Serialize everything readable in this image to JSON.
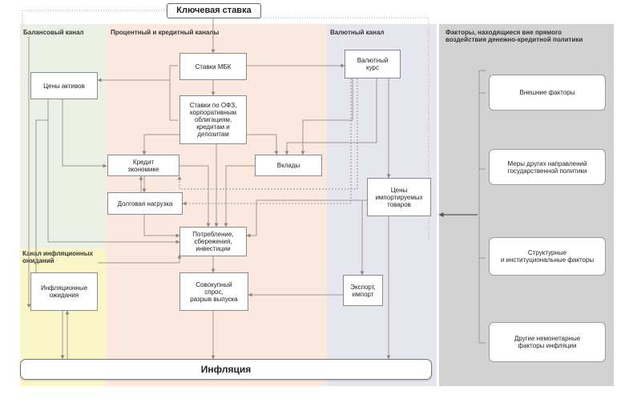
{
  "top": {
    "key_rate": "Ключевая ставка",
    "inflation": "Инфляция"
  },
  "zones": {
    "balance": "Балансовый канал",
    "rate_credit": "Процентный и кредитный каналы",
    "fx": "Валютный канал",
    "inflation_expectations": "Канал инфляционных\nожиданий",
    "external": "Факторы, находящиеся вне прямого\nвоздействия денежно-кредитной политики"
  },
  "nodes": {
    "asset_prices": "Цены активов",
    "interbank_rates": "Ставки МБК",
    "fx_rate": "Валютный\nкурс",
    "ofz_rates": "Ставки по ОФЗ,\nкорпоративным\nоблигациям,\nкредитам и\nдепозитам",
    "credit": "Кредит\nэкономике",
    "deposits": "Вклады",
    "debt_burden": "Долговая нагрузка",
    "import_prices": "Цены\nимпортируемых\nтоваров",
    "consumption": "Потребление,\nсбережения,\nинвестиции",
    "infl_expectations": "Инфляционные\nожидания",
    "aggregate_demand": "Совокупный\nспрос,\nразрыв выпуска",
    "export_import": "Экспорт,\nимпорт"
  },
  "external_factors": [
    "Внешние факторы",
    "Меры других направлений\nгосударственной политики",
    "Структурные\nи институциональные факторы",
    "Другие немонетарные\nфакторы инфляции"
  ]
}
